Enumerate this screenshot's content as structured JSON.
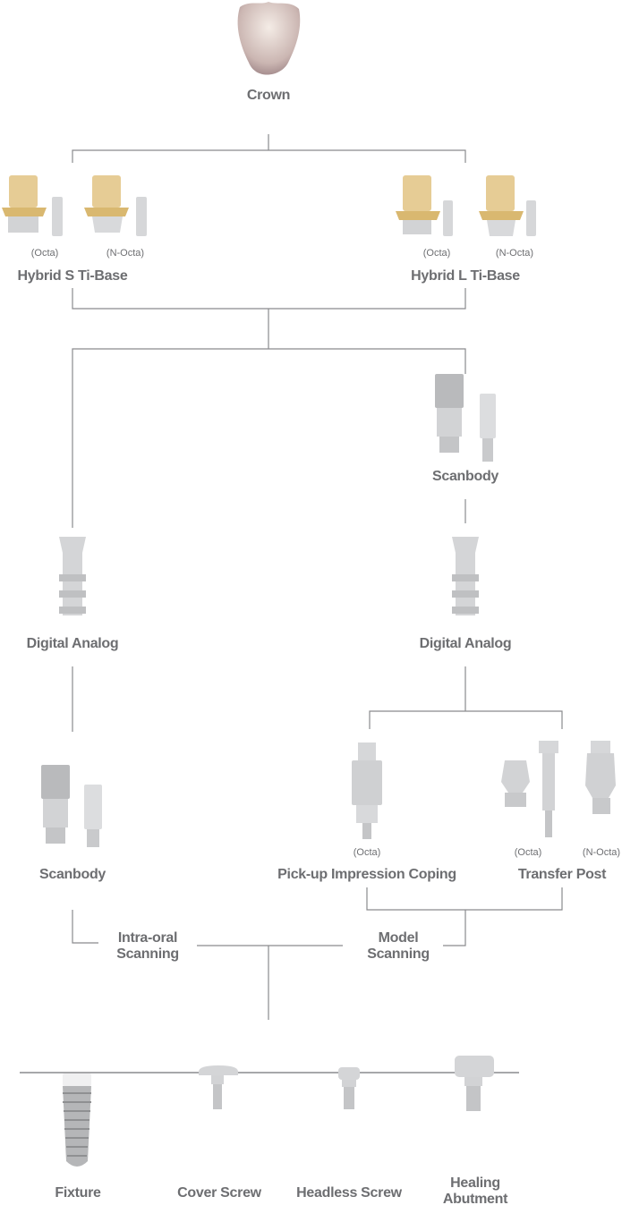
{
  "crown": {
    "label": "Crown"
  },
  "hybrid_s": {
    "label": "Hybrid S Ti-Base",
    "variants": [
      "(Octa)",
      "(N-Octa)"
    ]
  },
  "hybrid_l": {
    "label": "Hybrid L Ti-Base",
    "variants": [
      "(Octa)",
      "(N-Octa)"
    ]
  },
  "scanbody_right": {
    "label": "Scanbody"
  },
  "digital_analog_left": {
    "label": "Digital Analog"
  },
  "digital_analog_right": {
    "label": "Digital Analog"
  },
  "scanbody_left": {
    "label": "Scanbody"
  },
  "pickup_coping": {
    "label": "Pick-up Impression Coping",
    "variant": "(Octa)"
  },
  "transfer_post": {
    "label": "Transfer Post",
    "variants": [
      "(Octa)",
      "(N-Octa)"
    ]
  },
  "paths": {
    "intra_oral": [
      "Intra-oral",
      "Scanning"
    ],
    "model": [
      "Model",
      "Scanning"
    ]
  },
  "components": {
    "fixture": "Fixture",
    "cover_screw": "Cover Screw",
    "headless_screw": "Headless Screw",
    "healing_abutment": [
      "Healing",
      "Abutment"
    ]
  },
  "colors": {
    "text": "#6d6e71",
    "line": "#8a8b8e",
    "gold": "#e2c58a",
    "metal": "#d4d5d7"
  }
}
